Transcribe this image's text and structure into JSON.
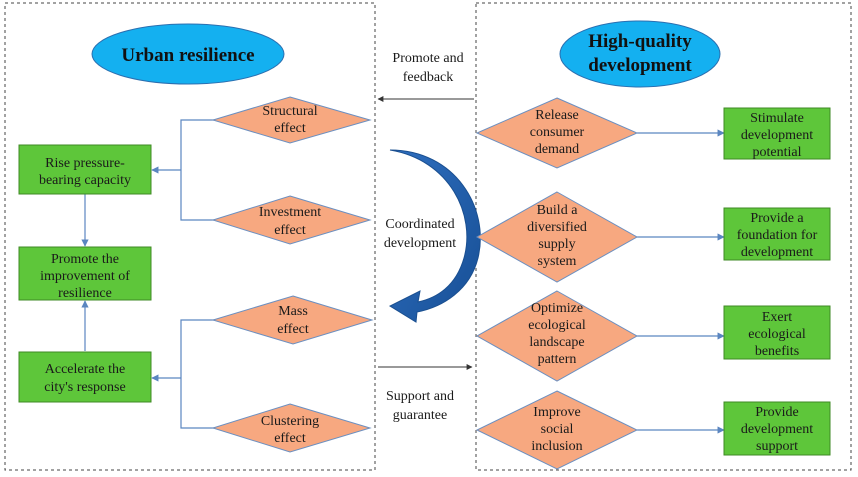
{
  "left_panel": {
    "title": "Urban resilience",
    "boxes": [
      [
        "Rise pressure-",
        "bearing capacity"
      ],
      [
        "Promote the",
        "improvement  of",
        "resilience"
      ],
      [
        "Accelerate  the",
        "city's response"
      ]
    ],
    "diamonds": [
      [
        "Structural",
        "effect"
      ],
      [
        "Investment",
        "effect"
      ],
      [
        "Mass",
        "effect"
      ],
      [
        "Clustering",
        "effect"
      ]
    ]
  },
  "right_panel": {
    "title": [
      "High-quality",
      "development"
    ],
    "diamonds": [
      [
        "Release",
        "consumer",
        "demand"
      ],
      [
        "Build a",
        "diversified",
        "supply",
        "system"
      ],
      [
        "Optimize",
        "ecological",
        "landscape",
        "pattern"
      ],
      [
        "Improve",
        "social",
        "inclusion"
      ]
    ],
    "boxes": [
      [
        "Stimulate",
        "development",
        "potential"
      ],
      [
        "Provide a",
        "foundation for",
        "development"
      ],
      [
        "Exert",
        "ecological",
        "benefits"
      ],
      [
        "Provide",
        "development",
        "support"
      ]
    ]
  },
  "center": {
    "top_label": [
      "Promote and",
      "feedback"
    ],
    "middle_label": [
      "Coordinated",
      "development"
    ],
    "bottom_label": [
      "Support and",
      "guarantee"
    ]
  },
  "colors": {
    "box_fill": "#5ec63a",
    "diamond_fill": "#f7a880",
    "ellipse_fill": "#14b0f0",
    "arrow_blue": "#1f5fae",
    "connector": "#5b86c0"
  }
}
